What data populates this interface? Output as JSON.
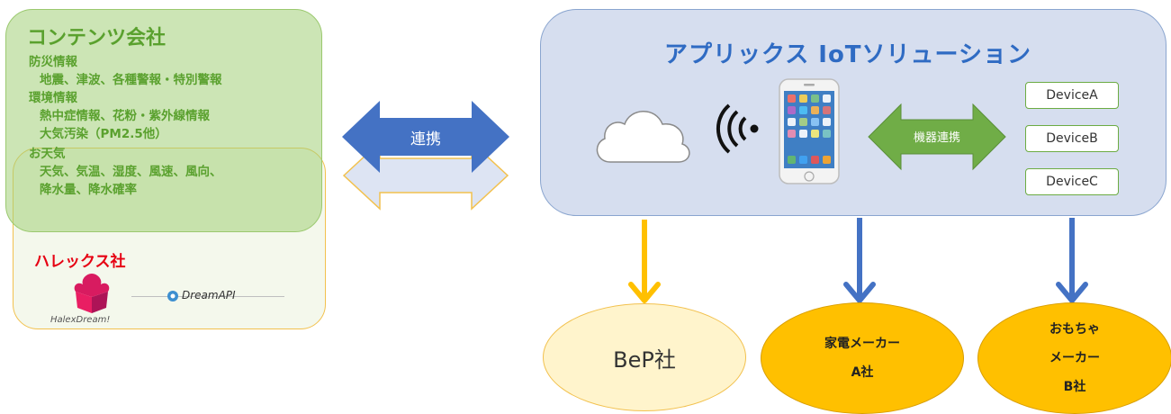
{
  "content_company": {
    "title": "コンテンツ会社",
    "lines": [
      "防災情報",
      "地震、津波、各種警報・特別警報",
      "環境情報",
      "熱中症情報、花粉・紫外線情報",
      "大気汚染（PM2.5他）",
      "お天気",
      "天気、気温、湿度、風速、風向、",
      "降水量、降水確率"
    ]
  },
  "halex": {
    "title": "ハレックス社",
    "logo_text": "HalexDream!",
    "api_text": "DreamAPI"
  },
  "link_arrow": {
    "label": "連携"
  },
  "iot": {
    "title": "アプリックス IoTソリューション",
    "device_link_label": "機器連携",
    "devices": [
      "DeviceA",
      "DeviceB",
      "DeviceC"
    ]
  },
  "partners": {
    "bep": "BeP社",
    "maker_a_line1": "家電メーカー",
    "maker_a_line2": "A社",
    "maker_b_line1": "おもちゃ",
    "maker_b_line2": "メーカー",
    "maker_b_line3": "B社"
  },
  "colors": {
    "content_green": "#5aa12e",
    "halex_red": "#e60012",
    "iot_blue": "#2f6bc3",
    "arrow_blue": "#4472c4",
    "arrow_yellow": "#ffc000",
    "device_arrow_green": "#70ad47"
  }
}
